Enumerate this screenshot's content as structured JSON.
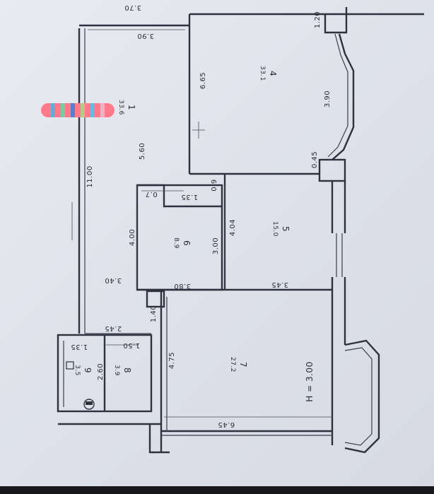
{
  "rooms": [
    {
      "id": "1",
      "number": "1",
      "area": "33.6"
    },
    {
      "id": "4",
      "number": "4",
      "area": "33.1"
    },
    {
      "id": "5",
      "number": "5",
      "area": "15.0"
    },
    {
      "id": "6",
      "number": "6",
      "area": "8.9"
    },
    {
      "id": "7",
      "number": "7",
      "area": "27.2"
    },
    {
      "id": "8",
      "number": "8",
      "area": "3.9"
    },
    {
      "id": "9",
      "number": "9",
      "area": "3.5"
    }
  ],
  "dimensions": {
    "top_370": "3.70",
    "top_390": "3.90",
    "d_665": "6.65",
    "d_390": "3.90",
    "d_120": "1.20",
    "d_1100": "11.00",
    "d_560": "5.60",
    "d_045": "0.45",
    "d_135": "1.35",
    "d_09": "0.9",
    "d_07": "0.7",
    "d_400": "4.00",
    "d_300": "3.00",
    "d_404": "4.04",
    "d_380": "3.80",
    "d_345": "3.45",
    "d_340": "3.40",
    "d_140": "1.40",
    "d_245": "2.45",
    "d_135b": "1.35",
    "d_260": "2.60",
    "d_150": "1.50",
    "d_475": "4.75",
    "d_645": "6.45"
  },
  "ceiling_height": "H = 3.00",
  "colors": {
    "paper": "#e3e6ed",
    "ink": "#2e3140"
  },
  "icons": {
    "bathroom_fixture": "toilet-icon",
    "censor_mark": "redaction-stripe-icon"
  }
}
